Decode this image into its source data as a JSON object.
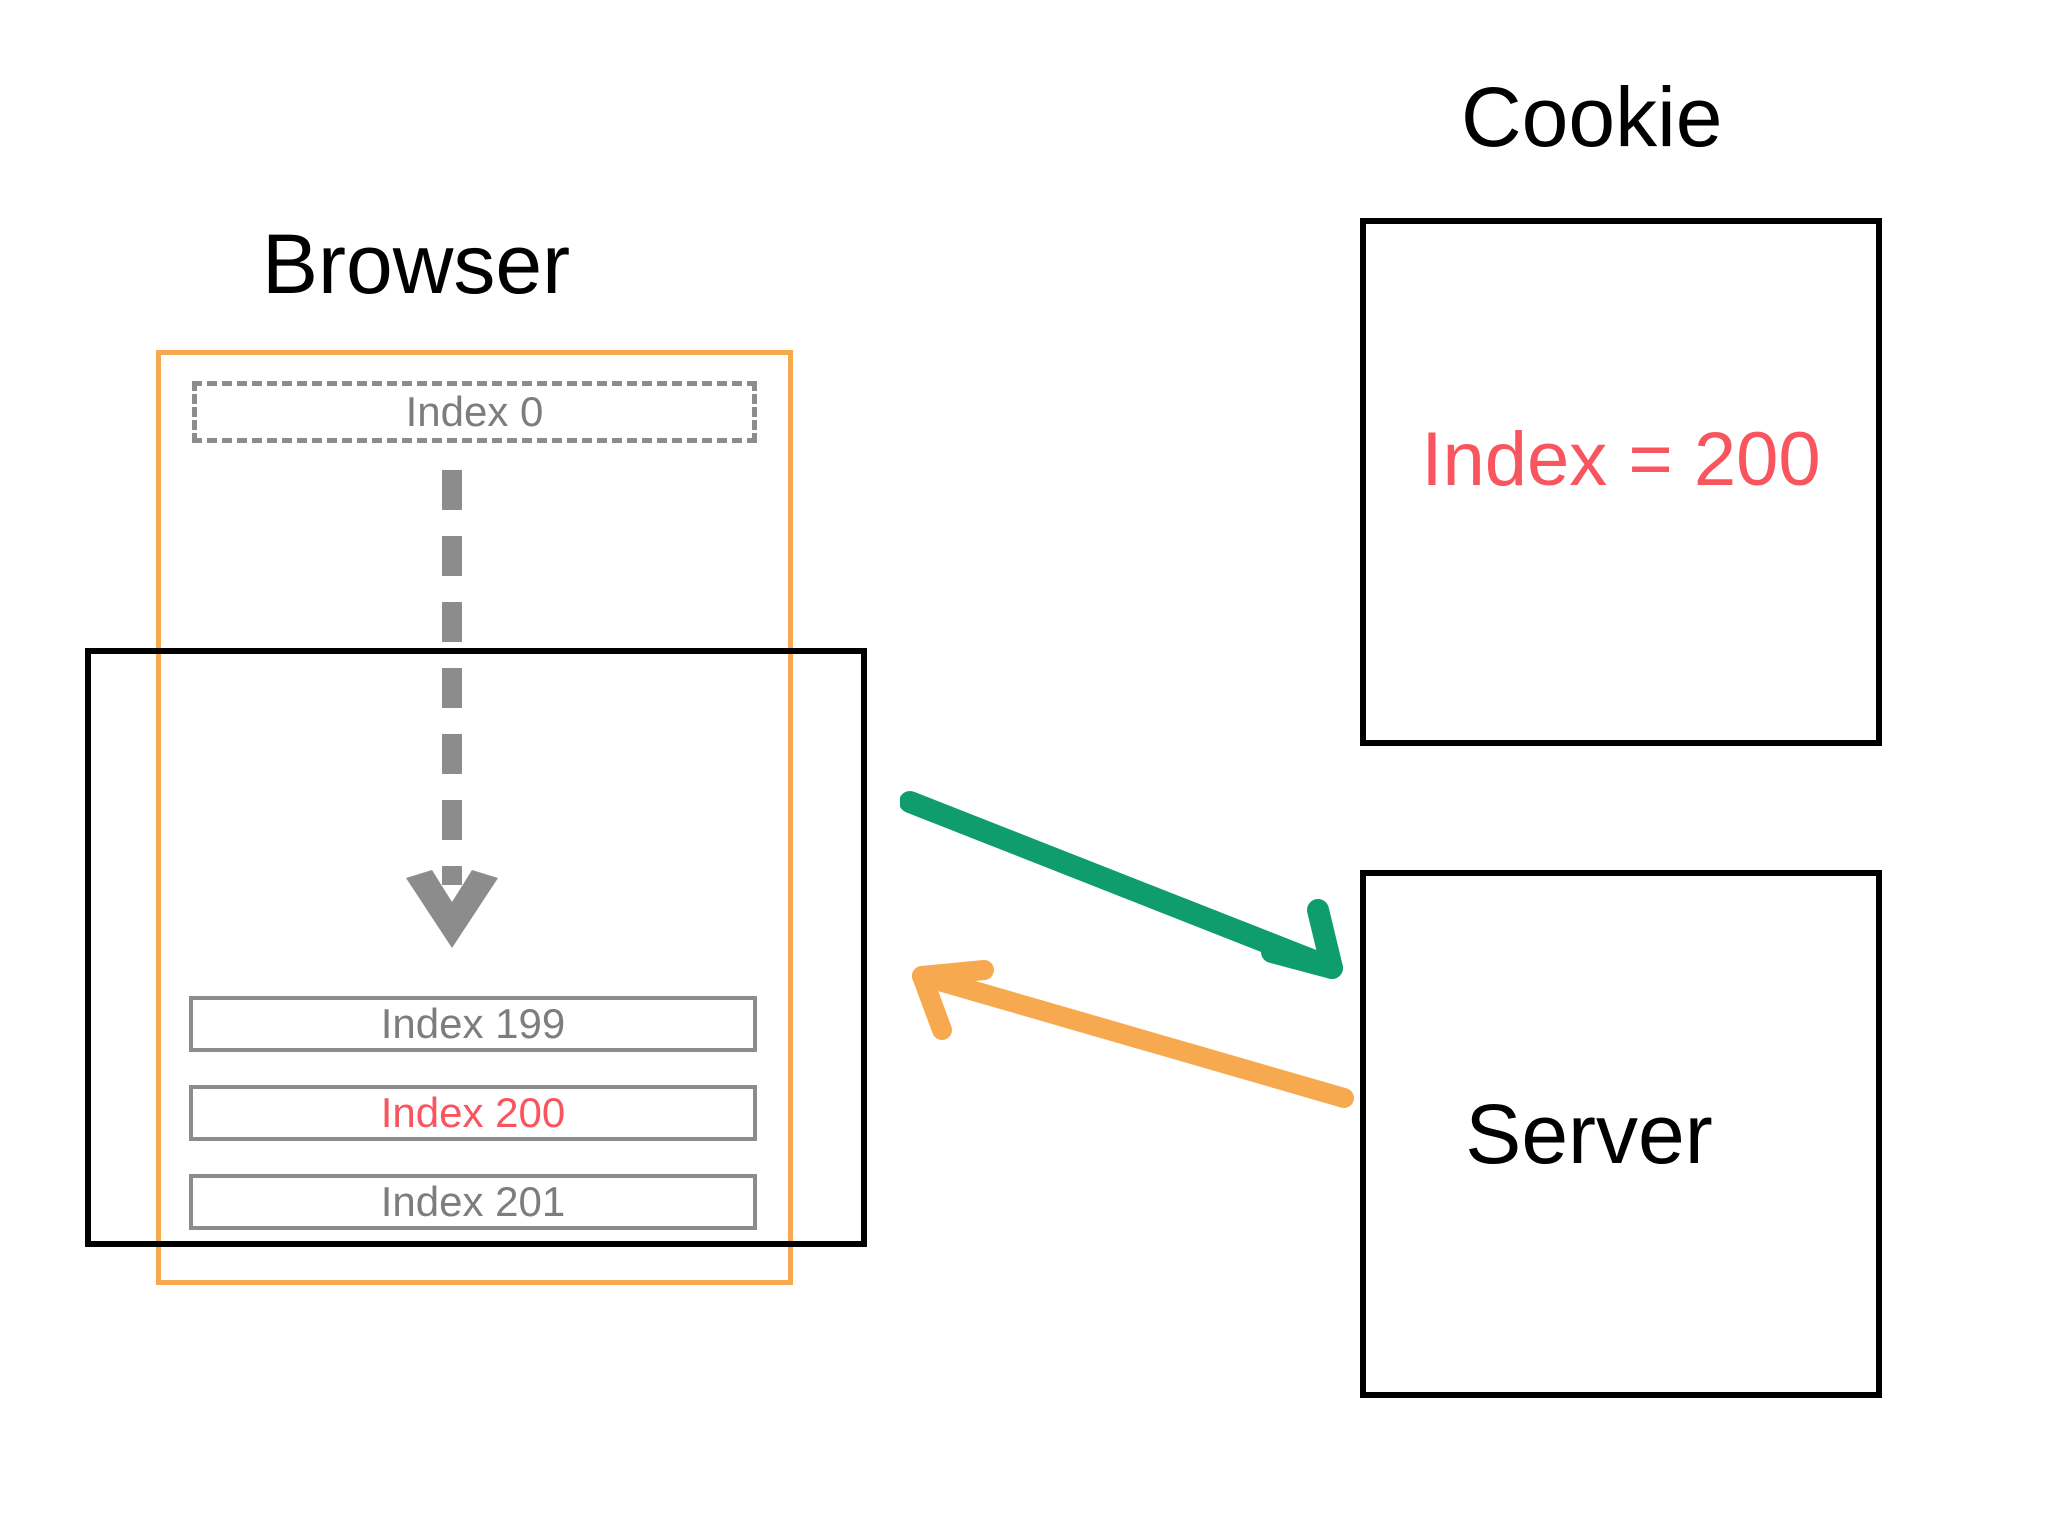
{
  "diagram": {
    "background_color": "#ffffff",
    "browser": {
      "title": "Browser",
      "virtual_list_border_color": "#F6A94F",
      "viewport_border_color": "#000000",
      "rows": [
        {
          "label": "Index 0",
          "style": "dashed",
          "color": "#7d7d7d"
        },
        {
          "label": "Index 199",
          "style": "solid",
          "color": "#7d7d7d"
        },
        {
          "label": "Index 200",
          "style": "solid",
          "color": "#F8555E"
        },
        {
          "label": "Index 201",
          "style": "solid",
          "color": "#7d7d7d"
        }
      ],
      "scroll_arrow": {
        "name": "scroll-down-arrow",
        "direction": "down",
        "style": "dashed",
        "color": "#8c8c8c"
      }
    },
    "cookie": {
      "title": "Cookie",
      "value": "Index = 200",
      "value_color": "#F8555E",
      "border_color": "#000000"
    },
    "server": {
      "title": "Server",
      "border_color": "#000000"
    },
    "arrows": [
      {
        "name": "browser-to-server-arrow",
        "direction": "browser-to-server",
        "color": "#0F9D6E"
      },
      {
        "name": "server-to-browser-arrow",
        "direction": "server-to-browser",
        "color": "#F6A94F"
      }
    ]
  }
}
